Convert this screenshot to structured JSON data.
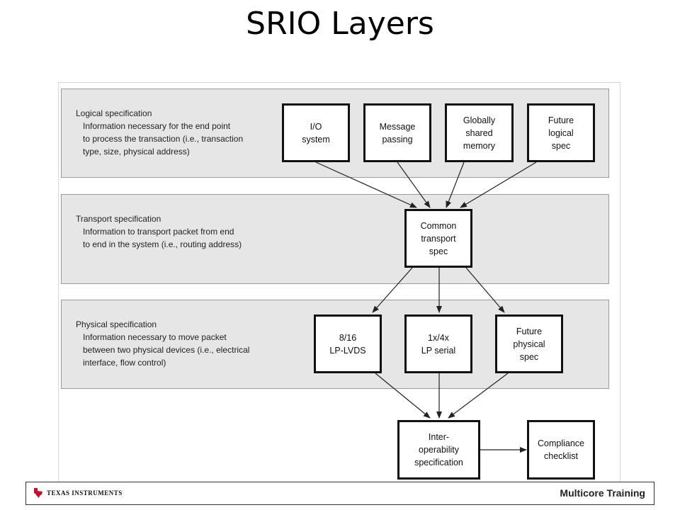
{
  "slide": {
    "title": "SRIO Layers"
  },
  "layers": {
    "logical": {
      "heading": "Logical specification",
      "description": "Information necessary for the end point\nto process the transaction (i.e., transaction\ntype, size, physical address)"
    },
    "transport": {
      "heading": "Transport specification",
      "description": "Information to transport packet from end\nto end in the system (i.e., routing address)"
    },
    "physical": {
      "heading": "Physical specification",
      "description": "Information necessary to move packet\nbetween two physical devices (i.e., electrical\ninterface, flow control)"
    }
  },
  "boxes": {
    "io_system": "I/O\nsystem",
    "message_passing": "Message\npassing",
    "globally_shared_memory": "Globally\nshared\nmemory",
    "future_logical_spec": "Future\nlogical\nspec",
    "common_transport_spec": "Common\ntransport\nspec",
    "lp_lvds": "8/16\nLP-LVDS",
    "lp_serial": "1x/4x\nLP serial",
    "future_physical_spec": "Future\nphysical\nspec",
    "interoperability_spec": "Inter-\noperability\nspecification",
    "compliance_checklist": "Compliance\nchecklist"
  },
  "footer": {
    "logo_text": "Texas Instruments",
    "logo_icon": "texas-state-icon",
    "title": "Multicore Training"
  }
}
